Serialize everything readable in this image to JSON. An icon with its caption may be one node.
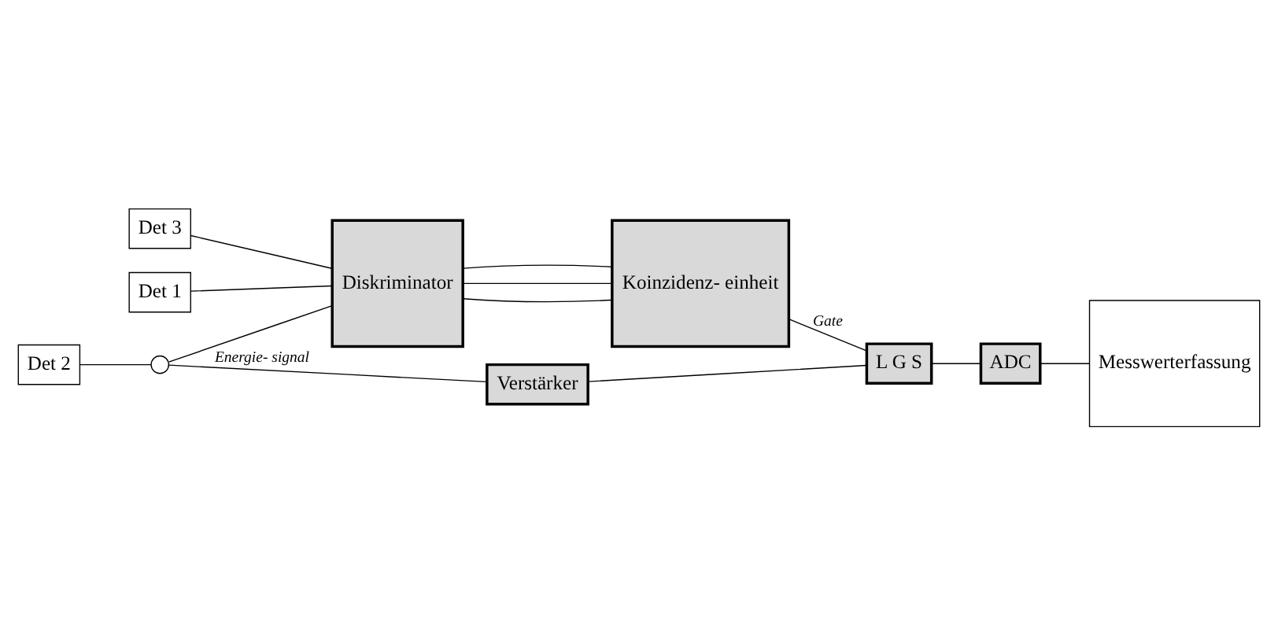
{
  "diagram": {
    "nodes": [
      {
        "text": [
          "Det 1"
        ]
      },
      {
        "text": [
          "Det 2"
        ]
      },
      {
        "text": [
          "Det 3"
        ]
      },
      {
        "text": [
          "Diskriminator"
        ]
      },
      {
        "text": [
          "Koinzidenz- einheit"
        ]
      },
      {
        "text": [
          "ADC"
        ]
      },
      {
        "text": [
          "Messwerterfassung"
        ]
      },
      {
        "text": [
          "L G S"
        ]
      },
      {
        "text": [
          "Verstärker"
        ]
      },
      {
        "text": [],
        "shape": "circle"
      }
    ],
    "edges": [
      {
        "from": 0,
        "to": 3,
        "arrow": "none"
      },
      {
        "from": 1,
        "to": 9,
        "arrow": "none"
      },
      {
        "from": 9,
        "to": 3,
        "arrow": "none"
      },
      {
        "from": 2,
        "to": 3,
        "arrow": "none"
      },
      {
        "from": 3,
        "to": 4,
        "arrow": "none"
      },
      {
        "from": 3,
        "to": 4,
        "arrow": "none"
      },
      {
        "from": 3,
        "to": 4,
        "arrow": "none"
      },
      {
        "from": 4,
        "to": 7,
        "arrow": "none",
        "label": "Gate"
      },
      {
        "from": 7,
        "to": 5,
        "arrow": "none"
      },
      {
        "from": 5,
        "to": 6,
        "arrow": "none"
      },
      {
        "from": 9,
        "to": 8,
        "arrow": "none",
        "label": "Energie- signal"
      },
      {
        "from": 8,
        "to": 7,
        "arrow": "none"
      }
    ]
  }
}
